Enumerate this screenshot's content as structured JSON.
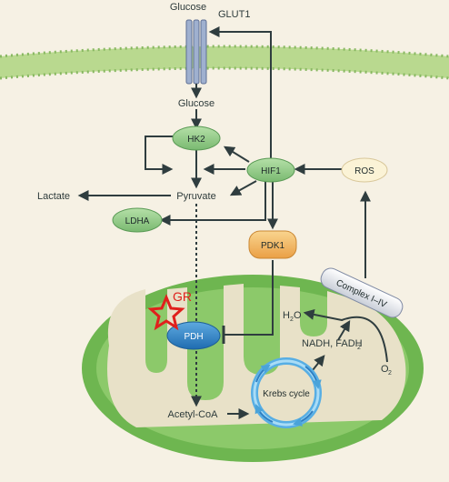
{
  "labels": {
    "glucose_top": "Glucose",
    "glut1": "GLUT1",
    "glucose_inside": "Glucose",
    "lactate": "Lactate",
    "pyruvate": "Pyruvate",
    "acetyl_coa": "Acetyl-CoA",
    "h2o_main": "H",
    "h2o_sub": "2",
    "h2o_end": "O",
    "nadh": "NADH, FADH",
    "nadh_sub": "2",
    "o2_main": "O",
    "o2_sub": "2",
    "gr": "GR"
  },
  "nodes": {
    "hk2": "HK2",
    "hif1": "HIF1",
    "ros": "ROS",
    "ldha": "LDHA",
    "pdk1": "PDK1",
    "pdh": "PDH",
    "complex": "Complex I–IV",
    "krebs": "Krebs cycle"
  },
  "colors": {
    "background": "#f6f1e4",
    "membrane": "#9cc874",
    "membrane_dots": "#7fb35c",
    "mito_outer": "#7cbf5e",
    "mito_inner": "#e8e1c8",
    "green_node": "#8fc98c",
    "ros_node": "#fbf3d6",
    "pdk1_node": "#f2bf6d",
    "pdh_node": "#2f7fc2",
    "krebs_ring": "#6bb6e3",
    "gr_star": "#e0201c"
  }
}
